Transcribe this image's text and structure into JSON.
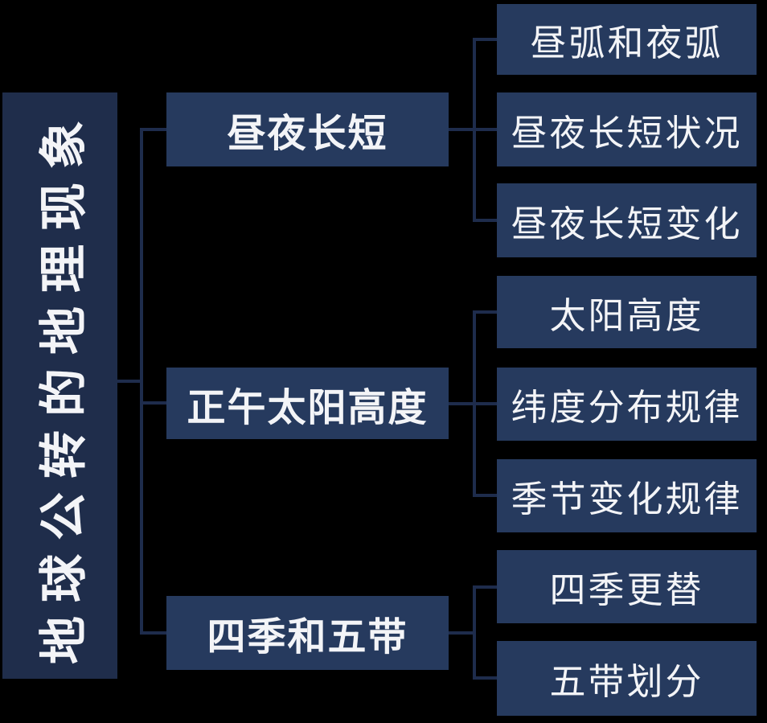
{
  "diagram": {
    "root": {
      "label": "地球公转的地理现象"
    },
    "branches": [
      {
        "label": "昼夜长短",
        "children": [
          {
            "label": "昼弧和夜弧"
          },
          {
            "label": "昼夜长短状况"
          },
          {
            "label": "昼夜长短变化"
          }
        ]
      },
      {
        "label": "正午太阳高度",
        "children": [
          {
            "label": "太阳高度"
          },
          {
            "label": "纬度分布规律"
          },
          {
            "label": "季节变化规律"
          }
        ]
      },
      {
        "label": "四季和五带",
        "children": [
          {
            "label": "四季更替"
          },
          {
            "label": "五带划分"
          }
        ]
      }
    ]
  },
  "colors": {
    "background": "#000000",
    "node_fill": "#263a5e",
    "root_fill": "#1f2d4b",
    "connector": "#1e2c4c",
    "text": "#f3f4f7"
  }
}
